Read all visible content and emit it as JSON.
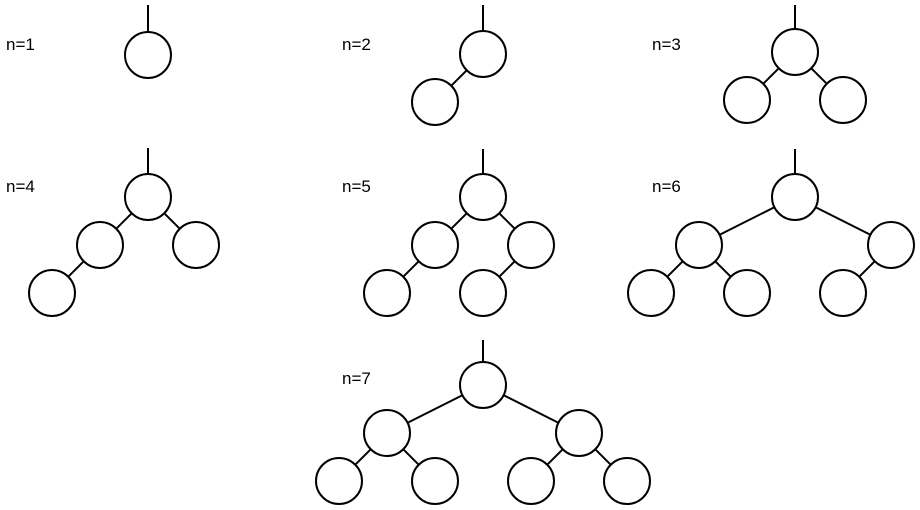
{
  "diagram": {
    "colors": {
      "background": "#ffffff",
      "stroke": "#000000",
      "node_fill": "#ffffff"
    },
    "trees": [
      {
        "label": "n=1",
        "node_count": 1
      },
      {
        "label": "n=2",
        "node_count": 2
      },
      {
        "label": "n=3",
        "node_count": 3
      },
      {
        "label": "n=4",
        "node_count": 4
      },
      {
        "label": "n=5",
        "node_count": 5
      },
      {
        "label": "n=6",
        "node_count": 6
      },
      {
        "label": "n=7",
        "node_count": 7
      }
    ]
  }
}
